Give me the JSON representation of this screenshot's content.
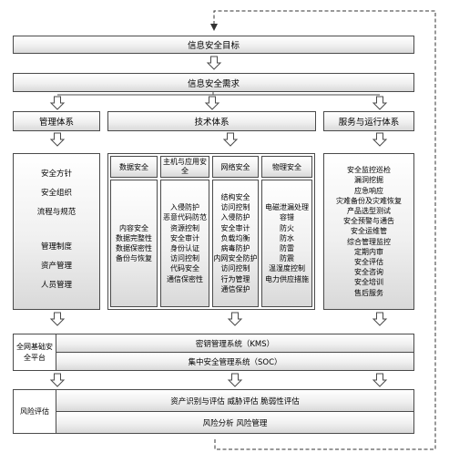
{
  "goal": "信息安全目标",
  "requirement": "信息安全需求",
  "pillars": {
    "management": "管理体系",
    "technical": "技术体系",
    "service": "服务与运行体系"
  },
  "management_items": [
    "安全方针",
    "安全组织",
    "流程与规范",
    "管理制度",
    "资产管理",
    "人员管理"
  ],
  "tech_headers": {
    "data": "数据安全",
    "host_app": "主机与应用安全",
    "network": "网络安全",
    "physical": "物理安全"
  },
  "data_items": [
    "内容安全",
    "数据完整性",
    "数据保密性",
    "备份与恢复"
  ],
  "host_items": [
    "入侵防护",
    "恶意代码防范",
    "资源控制",
    "安全审计",
    "身份认证",
    "访问控制",
    "代码安全",
    "通信保密性"
  ],
  "network_items": [
    "结构安全",
    "访问控制",
    "入侵防护",
    "安全审计",
    "负载均衡",
    "病毒防护",
    "内网安全防护",
    "访问控制",
    "行为管理",
    "通信保护"
  ],
  "physical_items": [
    "电磁泄漏处理",
    "容错",
    "防火",
    "防水",
    "防雷",
    "防震",
    "温湿度控制",
    "电力供应措施"
  ],
  "service_items": [
    "安全监控巡检",
    "漏洞挖掘",
    "应急响应",
    "灾难备份及灾难恢复",
    "产品选型测试",
    "安全预警与通告",
    "安全运维管",
    "综合管理监控",
    "定期内审",
    "安全评估",
    "安全咨询",
    "安全培训",
    "售后服务"
  ],
  "platform": {
    "label": "全网基础安全平台",
    "kms": "密钥管理系统（KMS）",
    "soc": "集中安全管理系统（SOC）"
  },
  "risk": {
    "label": "风险评估",
    "line1": "资产识别与评估 威胁评估 脆弱性评估",
    "line2": "风险分析 风险管理"
  }
}
